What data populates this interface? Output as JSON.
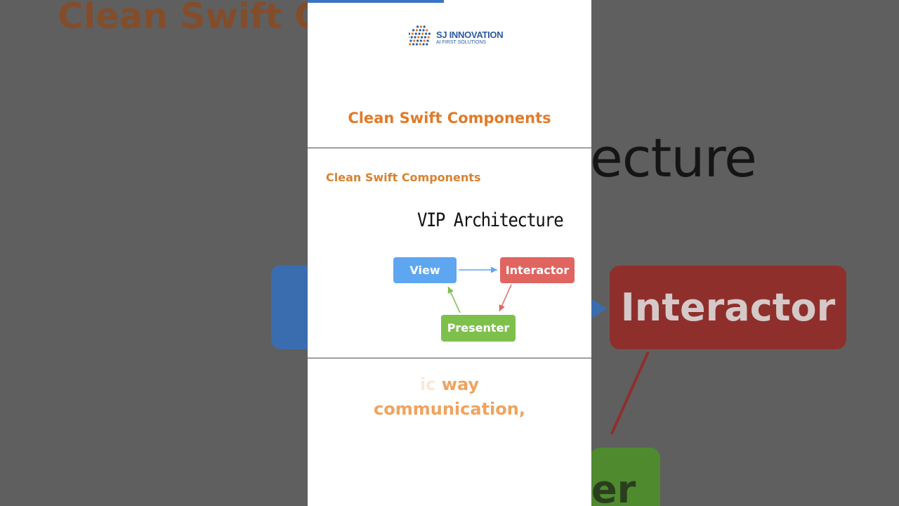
{
  "background": {
    "title_fragment": "Clean Swift C",
    "architecture_fragment": "ecture",
    "interactor_label": "Interactor",
    "presenter_fragment": "er"
  },
  "brand": {
    "name": "SJ INNOVATION",
    "tagline": "AI FIRST SOLUTIONS"
  },
  "page": {
    "title": "Clean Swift Components",
    "progress_fraction": 0.48
  },
  "slide": {
    "subtitle": "Clean Swift Components",
    "heading": "VIP Architecture",
    "diagram": {
      "view": "View",
      "interactor": "Interactor",
      "presenter": "Presenter"
    }
  },
  "caption": {
    "faint_word": "ic",
    "line1": "way",
    "line2": "communication,"
  },
  "colors": {
    "accent_orange": "#e07b2a",
    "view_blue": "#5fa6f0",
    "interactor_red": "#e06560",
    "presenter_green": "#7ec04c",
    "progress_blue": "#3b74c4"
  }
}
